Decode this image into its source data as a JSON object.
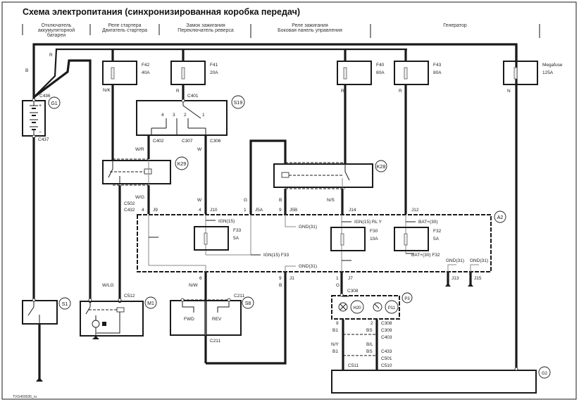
{
  "title": "Схема электропитания (синхронизированная коробка передач)",
  "sections": [
    {
      "lines": [
        "Отключатель",
        "аккумуляторной",
        "батареи"
      ]
    },
    {
      "lines": [
        "Реле стартера",
        "Двигатель стартера"
      ]
    },
    {
      "lines": [
        "Замок зажигания",
        "Переключатель реверса"
      ]
    },
    {
      "lines": [
        "Реле зажигания",
        "Боковая панель управления"
      ]
    },
    {
      "lines": [
        "Генератор"
      ]
    }
  ],
  "fuses": {
    "f42": {
      "name": "F42",
      "rating": "40A"
    },
    "f41": {
      "name": "F41",
      "rating": "20A"
    },
    "f40": {
      "name": "F40",
      "rating": "80A"
    },
    "f43": {
      "name": "F43",
      "rating": "80A"
    },
    "megafuse": {
      "name": "Megafuse",
      "rating": "125A"
    },
    "f33": {
      "name": "F33",
      "rating": "5A"
    },
    "f30": {
      "name": "F30",
      "rating": "10A"
    },
    "f32": {
      "name": "F32",
      "rating": "5A"
    }
  },
  "components": {
    "g1": "G1",
    "s19": "S19",
    "k29": "K29",
    "k28": "K28",
    "a2": "A2",
    "s1": "S1",
    "m1": "M1",
    "s8": "S8",
    "p3": "P3",
    "h20": "H20",
    "p11": "P11",
    "g2": "G2"
  },
  "wire_colors": {
    "r_top": "R",
    "b_left": "B",
    "nk": "N/K",
    "r_f41": "R",
    "r_f40": "R",
    "r_f43": "R",
    "n_mega": "N",
    "wr": "W/R",
    "w1": "W",
    "w2": "W",
    "wg": "W/G",
    "g": "G",
    "b_k28": "B",
    "ns": "N/S",
    "wlg": "W/LG",
    "nw": "N/W",
    "b_j1": "B",
    "g_j7": "G",
    "b1_left": "B1",
    "bs_right": "BS",
    "ny": "N/Y",
    "b1_left2": "B1",
    "bl": "B/L",
    "bs_right2": "BS"
  },
  "connectors": {
    "c436": "C436",
    "c437": "C437",
    "c401": "C401",
    "c402": "C402",
    "c307": "C307",
    "c306": "C306",
    "c502": "C502",
    "c432": "C432",
    "c512": "C512",
    "c211a": "C211",
    "c211b": "C211",
    "c308a": "C308",
    "c308b": "C308",
    "c309": "C309",
    "c403": "C403",
    "c433": "C433",
    "c501": "C501",
    "c510": "C510",
    "c511": "C511"
  },
  "pins": {
    "j9": "J9",
    "j10": "J10",
    "j5a": "J5A",
    "j5b": "J5B",
    "j14": "J14",
    "j12": "J12",
    "j1": "J1",
    "j7": "J7",
    "j13": "J13",
    "j15": "J15",
    "p4a": "4",
    "p4b": "4",
    "p1a": "1",
    "p9a": "9",
    "p6": "6",
    "p9b": "9",
    "p1b": "1",
    "p9c": "9",
    "p2": "2",
    "s19_4": "4",
    "s19_3": "3",
    "s19_2": "2",
    "s19_1": "1"
  },
  "signals": {
    "ign15": "IGN(15)",
    "ign15_f33": "IGN(15) F33",
    "gnd31_a": "GND(31)",
    "gnd31_b": "GND(31)",
    "ign15_rl": "IGN(15) RL  Y",
    "bat30": "BAT+(30)",
    "bat30_f32": "BAT+(30) F32",
    "gnd31_j13": "GND(31)",
    "gnd31_j15": "GND(31)",
    "fwd": "FWD",
    "rev": "REV"
  },
  "battery_symbols": {
    "plus": "+",
    "minus": "−"
  },
  "footer": "TVG400036_ru"
}
